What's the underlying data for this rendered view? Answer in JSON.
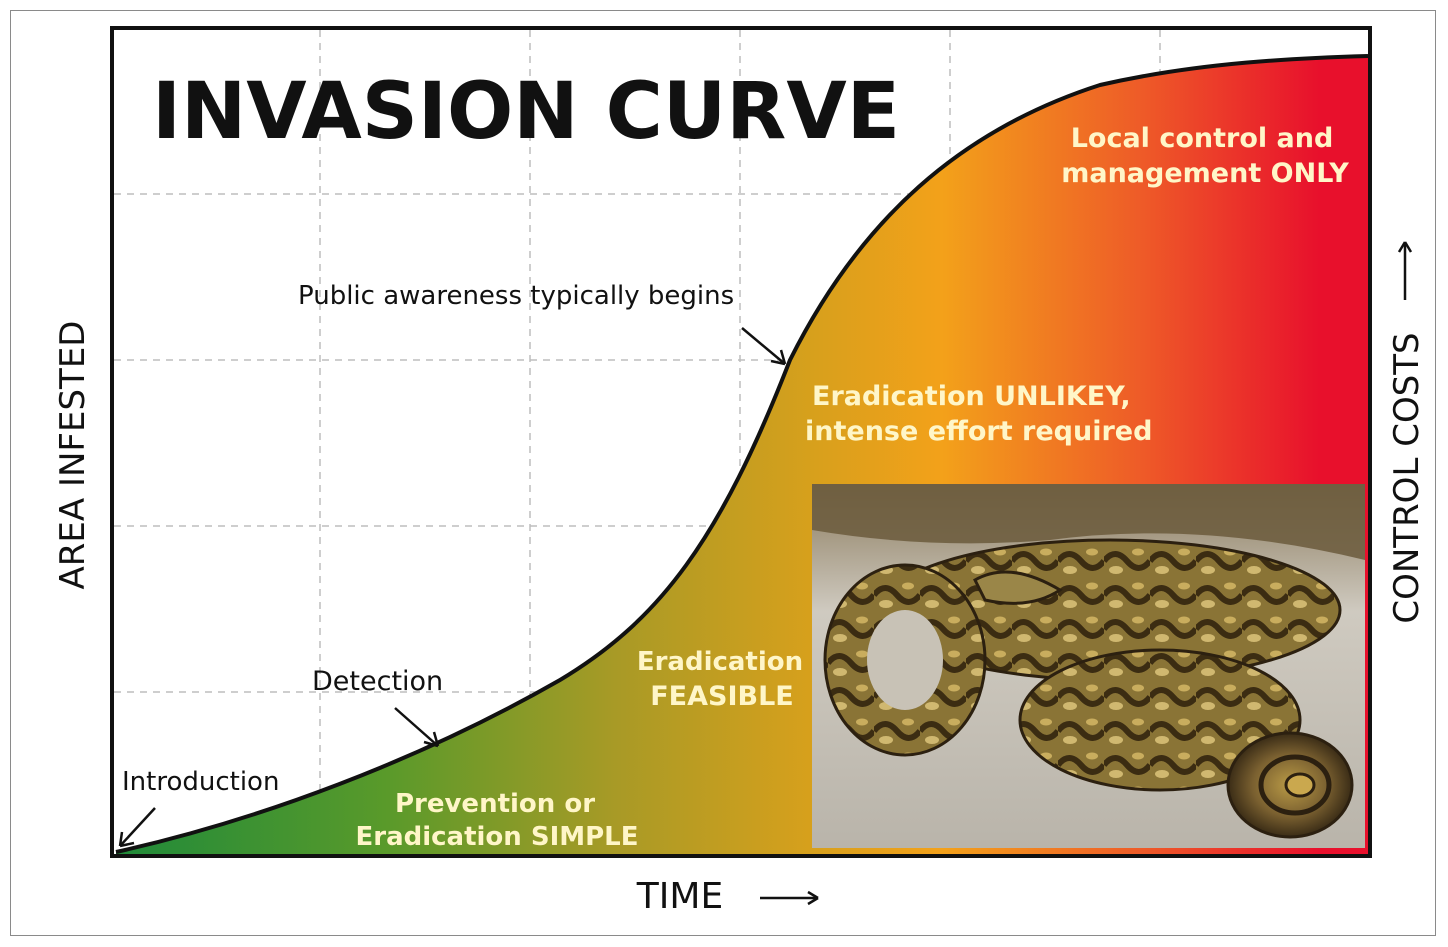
{
  "title": "INVASION CURVE",
  "axes": {
    "x_label": "TIME",
    "y_label": "AREA INFESTED",
    "right_label": "CONTROL COSTS"
  },
  "annotations": {
    "introduction": "Introduction",
    "detection": "Detection",
    "public_awareness": "Public awareness typically begins"
  },
  "zones": {
    "simple_line1": "Prevention or",
    "simple_line2": "Eradication SIMPLE",
    "feasible_line1": "Eradication",
    "feasible_line2": "FEASIBLE",
    "unlikely_line1": "Eradication UNLIKEY,",
    "unlikely_line2": "intense effort required",
    "local_line1": "Local control and",
    "local_line2": "management ONLY"
  },
  "colors": {
    "green": "#2f8f3a",
    "olive": "#8f9a2a",
    "gold": "#c9a21e",
    "orange": "#f0a020",
    "red": "#e8102c",
    "grid": "#bdbdbd",
    "zone_text": "#fff6c8"
  },
  "photo": {
    "subject": "coiled python snake on sandy ground"
  }
}
